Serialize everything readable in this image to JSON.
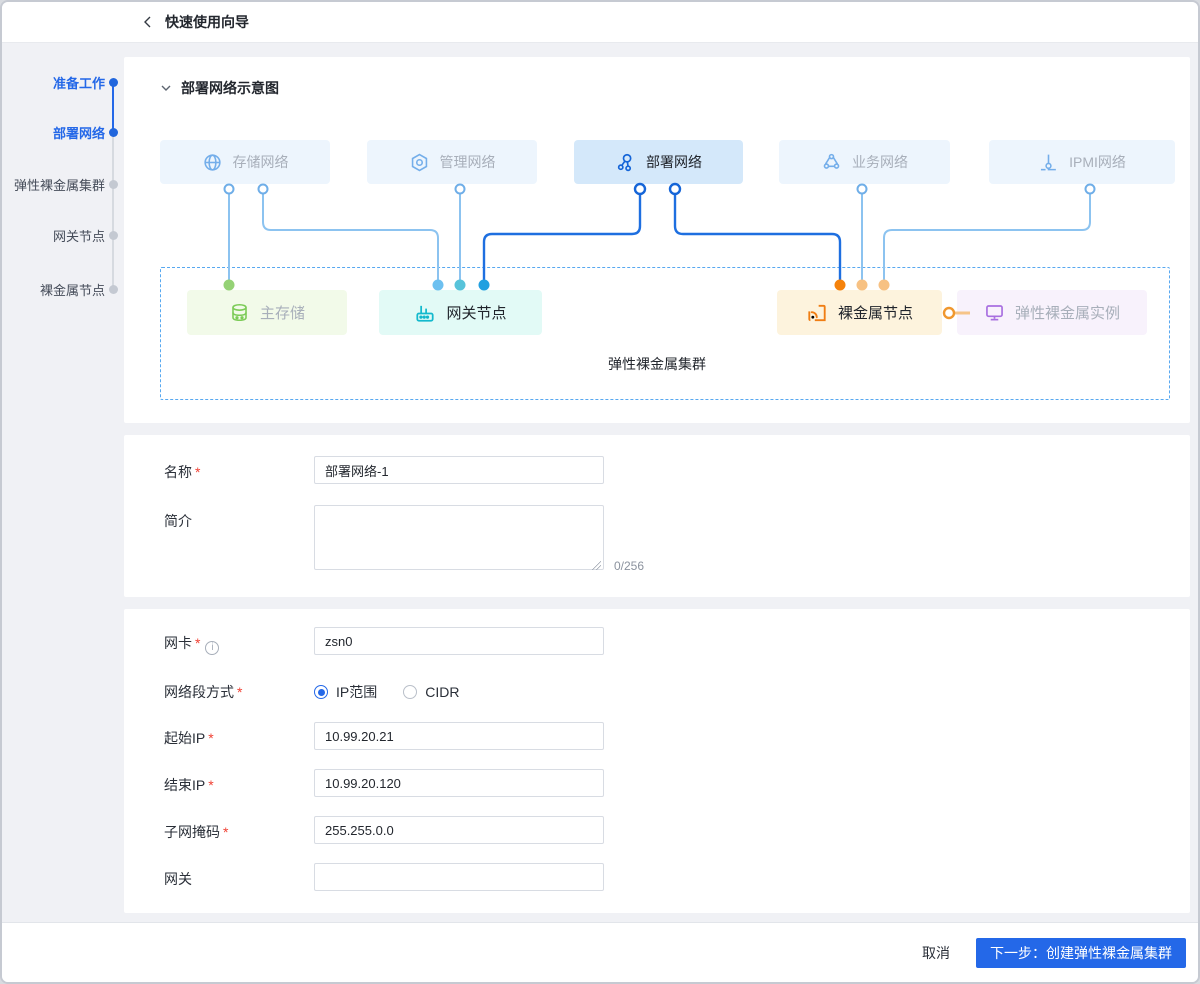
{
  "header": {
    "title": "快速使用向导"
  },
  "sidebar": {
    "steps": [
      {
        "label": "准备工作",
        "state": "done"
      },
      {
        "label": "部署网络",
        "state": "active"
      },
      {
        "label": "弹性裸金属集群",
        "state": "pending"
      },
      {
        "label": "网关节点",
        "state": "pending"
      },
      {
        "label": "裸金属节点",
        "state": "pending"
      }
    ]
  },
  "diagram": {
    "section_title": "部署网络示意图",
    "cluster_label": "弹性裸金属集群",
    "top_nodes": [
      {
        "label": "存储网络",
        "icon": "globe-icon",
        "state": "normal"
      },
      {
        "label": "管理网络",
        "icon": "hexagon-gear-icon",
        "state": "normal"
      },
      {
        "label": "部署网络",
        "icon": "share-nodes-icon",
        "state": "selected"
      },
      {
        "label": "业务网络",
        "icon": "tri-network-icon",
        "state": "normal"
      },
      {
        "label": "IPMI网络",
        "icon": "connector-icon",
        "state": "normal"
      }
    ],
    "bottom_nodes": [
      {
        "label": "主存储",
        "icon": "database-icon",
        "theme": "green"
      },
      {
        "label": "网关节点",
        "icon": "router-icon",
        "theme": "cyan"
      },
      {
        "label": "裸金属节点",
        "icon": "rss-icon",
        "theme": "orange"
      },
      {
        "label": "弹性裸金属实例",
        "icon": "monitor-icon",
        "theme": "purple"
      }
    ]
  },
  "form_basic": {
    "name_label": "名称",
    "name_value": "部署网络-1",
    "desc_label": "简介",
    "desc_value": "",
    "desc_counter": "0/256"
  },
  "form_network": {
    "nic_label": "网卡",
    "nic_value": "zsn0",
    "segment_label": "网络段方式",
    "radio_ip_range": "IP范围",
    "radio_cidr": "CIDR",
    "start_ip_label": "起始IP",
    "start_ip_value": "10.99.20.21",
    "end_ip_label": "结束IP",
    "end_ip_value": "10.99.20.120",
    "mask_label": "子网掩码",
    "mask_value": "255.255.0.0",
    "gateway_label": "网关",
    "gateway_value": ""
  },
  "footer": {
    "cancel_label": "取消",
    "next_label": "下一步：创建弹性裸金属集群"
  },
  "ui": {
    "required_mark": "*"
  },
  "colors": {
    "primary": "#2468e8",
    "wire_light": "#8cc3f0",
    "wire_dark": "#1e6fe0",
    "dot_green": "#95d276",
    "dot_orange": "#f5820b",
    "dot_light_orange": "#f7c183",
    "required_red": "#f04134"
  }
}
